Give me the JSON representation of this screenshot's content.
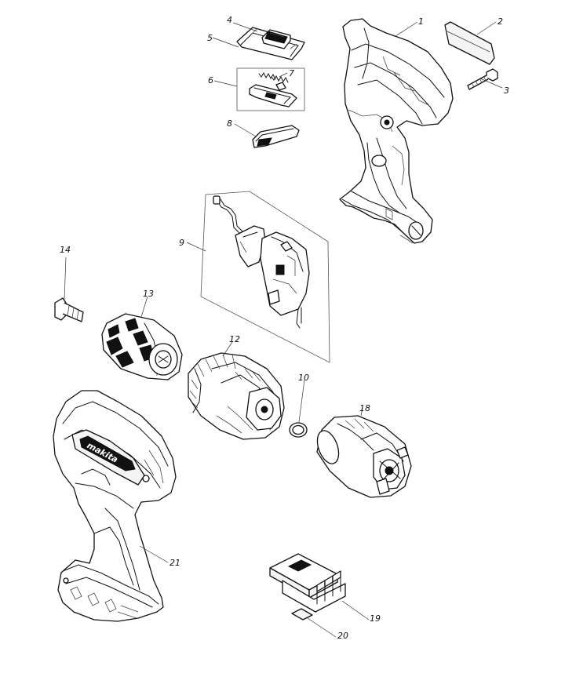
{
  "diagram": {
    "type": "exploded-parts-diagram",
    "brand_mark": "makita",
    "callouts": [
      "1",
      "2",
      "3",
      "4",
      "5",
      "6",
      "7",
      "8",
      "9",
      "10",
      "12",
      "13",
      "14",
      "18",
      "19",
      "20",
      "21"
    ],
    "parts": [
      {
        "ref": "1",
        "icon": "housing-half-right"
      },
      {
        "ref": "2",
        "icon": "label-plate"
      },
      {
        "ref": "3",
        "icon": "tapping-screw"
      },
      {
        "ref": "4",
        "icon": "switch-cap"
      },
      {
        "ref": "5",
        "icon": "slide-plate"
      },
      {
        "ref": "6",
        "icon": "lever-assembly"
      },
      {
        "ref": "7",
        "icon": "compression-spring"
      },
      {
        "ref": "8",
        "icon": "change-lever"
      },
      {
        "ref": "9",
        "icon": "switch-assembly"
      },
      {
        "ref": "10",
        "icon": "o-ring"
      },
      {
        "ref": "12",
        "icon": "gear-assembly"
      },
      {
        "ref": "13",
        "icon": "keyless-chuck"
      },
      {
        "ref": "14",
        "icon": "chuck-screw"
      },
      {
        "ref": "18",
        "icon": "dc-motor"
      },
      {
        "ref": "19",
        "icon": "controller"
      },
      {
        "ref": "20",
        "icon": "insulation-sheet"
      },
      {
        "ref": "21",
        "icon": "housing-half-left"
      }
    ]
  }
}
